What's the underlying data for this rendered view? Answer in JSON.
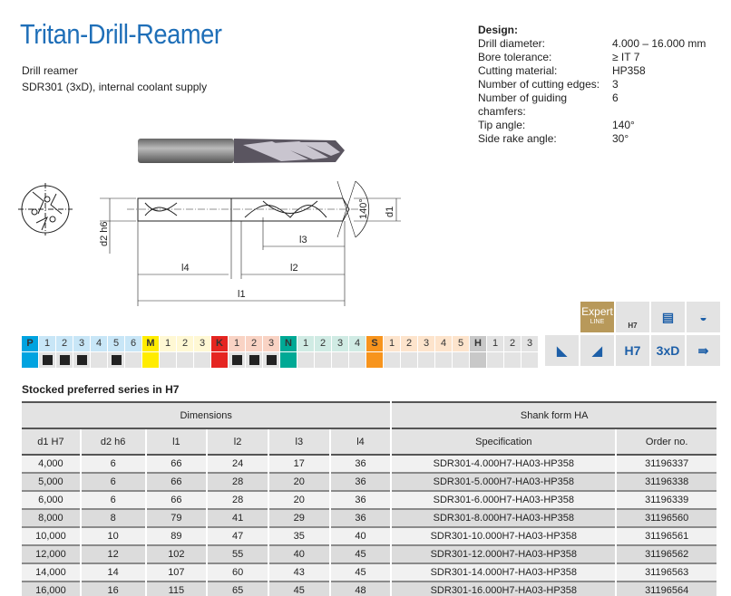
{
  "header": {
    "title": "Tritan-Drill-Reamer",
    "subtitle1": "Drill reamer",
    "subtitle2": "SDR301 (3xD), internal coolant supply"
  },
  "design": {
    "heading": "Design:",
    "rows": [
      {
        "k": "Drill diameter:",
        "v": "4.000 – 16.000 mm"
      },
      {
        "k": "Bore tolerance:",
        "v": "≥ IT 7"
      },
      {
        "k": "Cutting material:",
        "v": "HP358"
      },
      {
        "k": "Number of cutting edges:",
        "v": "3"
      },
      {
        "k": "Number of guiding chamfers:",
        "v": "6"
      },
      {
        "k": "Tip angle:",
        "v": "140°"
      },
      {
        "k": "Side rake angle:",
        "v": "30°"
      }
    ]
  },
  "drawing": {
    "d2": "d2 h6",
    "d1": "d1",
    "l1": "l1",
    "l2": "l2",
    "l3": "l3",
    "l4": "l4",
    "angle": "140°"
  },
  "materials": [
    {
      "g": "P",
      "color": "#00a3e0",
      "light": "#c8e6f7",
      "cells": [
        {
          "n": "1",
          "f": true
        },
        {
          "n": "2",
          "f": true
        },
        {
          "n": "3",
          "f": true
        },
        {
          "n": "4",
          "f": false
        },
        {
          "n": "5",
          "f": true
        },
        {
          "n": "6",
          "f": false
        }
      ]
    },
    {
      "g": "M",
      "color": "#ffec00",
      "light": "#fff8d4",
      "cells": [
        {
          "n": "1",
          "f": false
        },
        {
          "n": "2",
          "f": false
        },
        {
          "n": "3",
          "f": false
        }
      ]
    },
    {
      "g": "K",
      "color": "#e52521",
      "light": "#f9d3c4",
      "cells": [
        {
          "n": "1",
          "f": true
        },
        {
          "n": "2",
          "f": true
        },
        {
          "n": "3",
          "f": true
        }
      ]
    },
    {
      "g": "N",
      "color": "#00a995",
      "light": "#d0ebe4",
      "cells": [
        {
          "n": "1",
          "f": false
        },
        {
          "n": "2",
          "f": false
        },
        {
          "n": "3",
          "f": false
        },
        {
          "n": "4",
          "f": false
        }
      ]
    },
    {
      "g": "S",
      "color": "#f7941d",
      "light": "#fde4cc",
      "cells": [
        {
          "n": "1",
          "f": false
        },
        {
          "n": "2",
          "f": false
        },
        {
          "n": "3",
          "f": false
        },
        {
          "n": "4",
          "f": false
        },
        {
          "n": "5",
          "f": false
        }
      ]
    },
    {
      "g": "H",
      "color": "#c8c8c8",
      "light": "#e3e3e3",
      "cells": [
        {
          "n": "1",
          "f": false
        },
        {
          "n": "2",
          "f": false
        },
        {
          "n": "3",
          "f": false
        }
      ]
    }
  ],
  "icons": {
    "expert": "Expert",
    "line": "LINE",
    "h7_small": "H7",
    "h7": "H7",
    "xd": "3xD"
  },
  "table": {
    "title": "Stocked preferred series in H7",
    "group1": "Dimensions",
    "group2": "Shank form HA",
    "columns": [
      "d1 H7",
      "d2 h6",
      "l1",
      "l2",
      "l3",
      "l4",
      "Specification",
      "Order no."
    ],
    "rows": [
      [
        "4,000",
        "6",
        "66",
        "24",
        "17",
        "36",
        "SDR301-4.000H7-HA03-HP358",
        "31196337"
      ],
      [
        "5,000",
        "6",
        "66",
        "28",
        "20",
        "36",
        "SDR301-5.000H7-HA03-HP358",
        "31196338"
      ],
      [
        "6,000",
        "6",
        "66",
        "28",
        "20",
        "36",
        "SDR301-6.000H7-HA03-HP358",
        "31196339"
      ],
      [
        "8,000",
        "8",
        "79",
        "41",
        "29",
        "36",
        "SDR301-8.000H7-HA03-HP358",
        "31196560"
      ],
      [
        "10,000",
        "10",
        "89",
        "47",
        "35",
        "40",
        "SDR301-10.000H7-HA03-HP358",
        "31196561"
      ],
      [
        "12,000",
        "12",
        "102",
        "55",
        "40",
        "45",
        "SDR301-12.000H7-HA03-HP358",
        "31196562"
      ],
      [
        "14,000",
        "14",
        "107",
        "60",
        "43",
        "45",
        "SDR301-14.000H7-HA03-HP358",
        "31196563"
      ],
      [
        "16,000",
        "16",
        "115",
        "65",
        "45",
        "48",
        "SDR301-16.000H7-HA03-HP358",
        "31196564"
      ]
    ]
  }
}
